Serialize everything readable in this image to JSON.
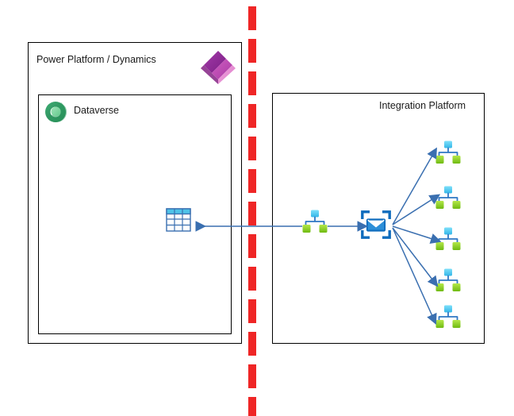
{
  "diagram": {
    "title": "Power Platform to Integration Platform messaging diagram",
    "colors": {
      "divider_red": "#ef2626",
      "connector_blue": "#3a6fb0",
      "border_black": "#000000",
      "node_cyan": "#4ec3f0",
      "node_green": "#8cd020",
      "servicebus_blue": "#0f6cbd",
      "dataverse_green": "#2f9e63",
      "powerplatform_purple": "#8b2f8b",
      "powerplatform_pink": "#e48ad0",
      "table_header_cyan": "#4ec3e8",
      "table_grid_blue": "#3a6fb0"
    },
    "left_region": {
      "title": "Power Platform / Dynamics",
      "logo_name": "power-platform-logo",
      "inner_panel": {
        "title": "Dataverse",
        "logo_name": "dataverse-logo",
        "table_icon_name": "dataverse-table-icon"
      }
    },
    "right_region": {
      "title": "Integration Platform",
      "source_node_name": "source-node-icon",
      "service_bus_name": "service-bus-envelope-icon",
      "target_nodes": [
        {
          "name": "target-node-1"
        },
        {
          "name": "target-node-2"
        },
        {
          "name": "target-node-3"
        },
        {
          "name": "target-node-4"
        },
        {
          "name": "target-node-5"
        }
      ]
    },
    "divider": {
      "name": "red-dashed-divider",
      "style": "dashed",
      "orientation": "vertical",
      "dash_count": 13
    },
    "connectors": [
      {
        "name": "connector-source-to-dataverse",
        "from": "source-node-icon",
        "to": "dataverse-table-icon",
        "direction": "left"
      },
      {
        "name": "connector-source-to-servicebus",
        "from": "source-node-icon",
        "to": "service-bus-envelope-icon",
        "direction": "right"
      },
      {
        "name": "connector-servicebus-to-target-1",
        "from": "service-bus-envelope-icon",
        "to": "target-node-1",
        "direction": "right"
      },
      {
        "name": "connector-servicebus-to-target-2",
        "from": "service-bus-envelope-icon",
        "to": "target-node-2",
        "direction": "right"
      },
      {
        "name": "connector-servicebus-to-target-3",
        "from": "service-bus-envelope-icon",
        "to": "target-node-3",
        "direction": "right"
      },
      {
        "name": "connector-servicebus-to-target-4",
        "from": "service-bus-envelope-icon",
        "to": "target-node-4",
        "direction": "right"
      },
      {
        "name": "connector-servicebus-to-target-5",
        "from": "service-bus-envelope-icon",
        "to": "target-node-5",
        "direction": "right"
      }
    ]
  }
}
